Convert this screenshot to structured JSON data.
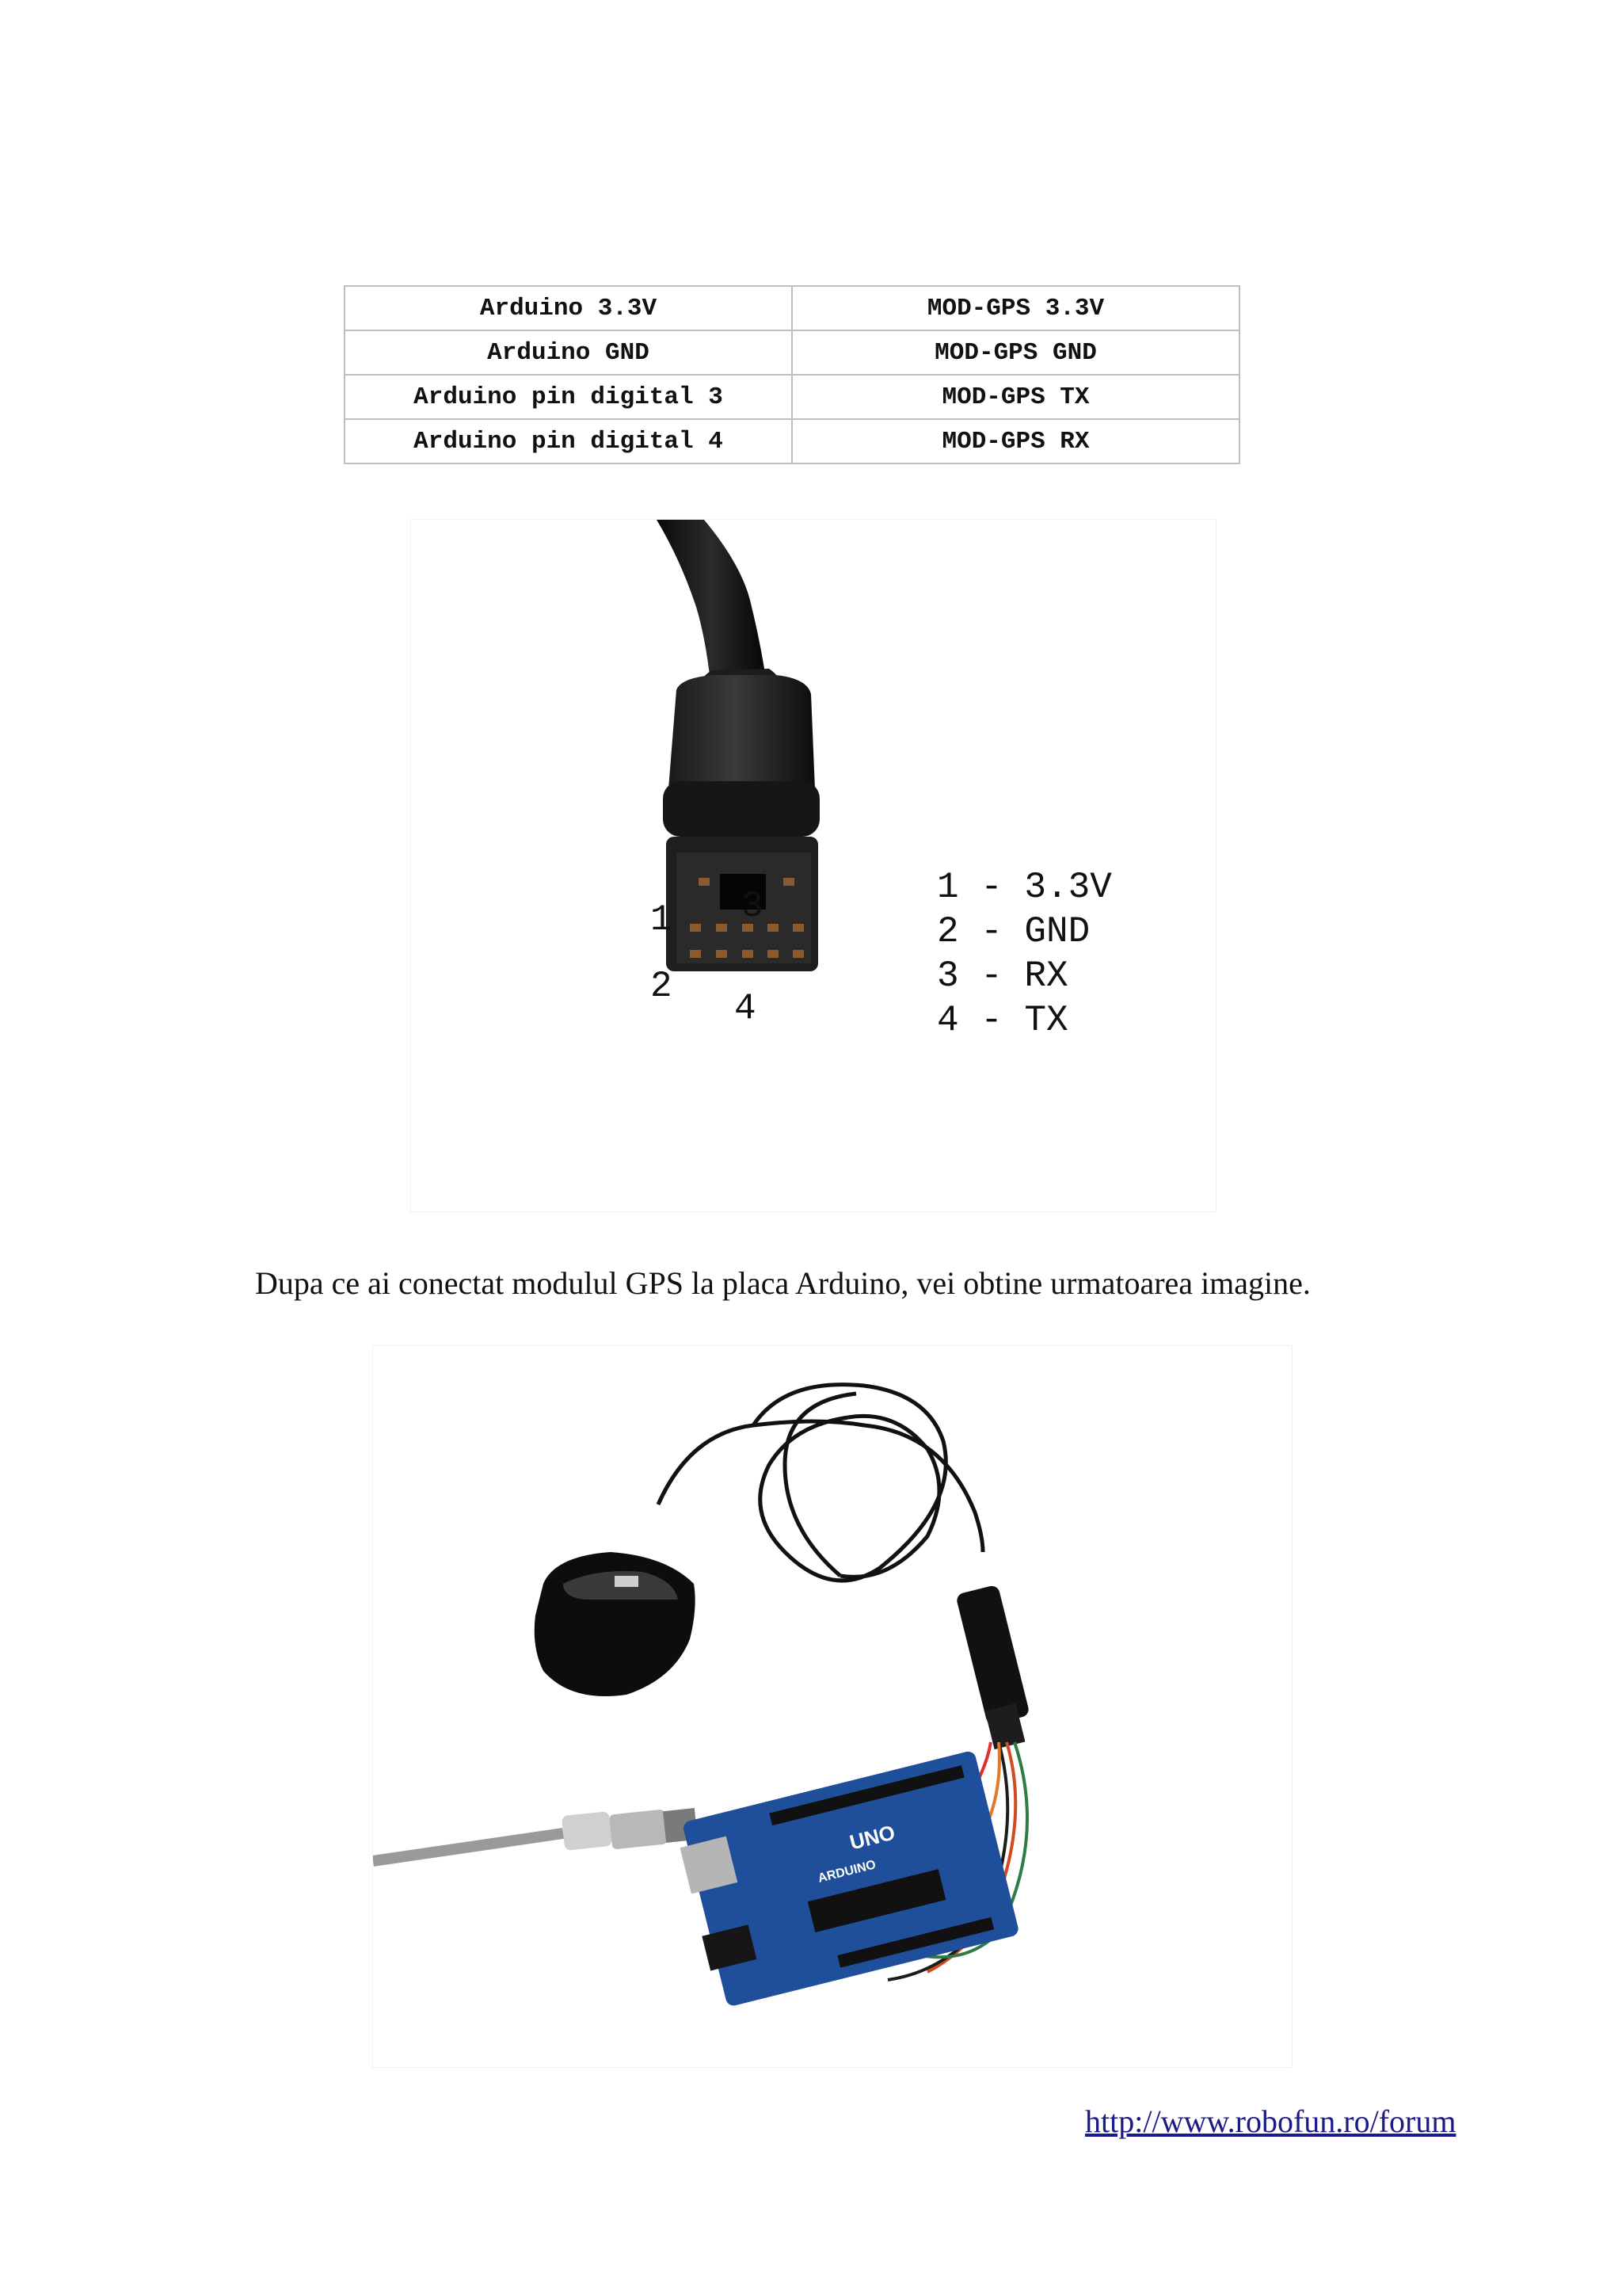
{
  "wiring_table": {
    "rows": [
      {
        "arduino": "Arduino 3.3V",
        "gps": "MOD-GPS 3.3V"
      },
      {
        "arduino": "Arduino GND",
        "gps": "MOD-GPS GND"
      },
      {
        "arduino": "Arduino pin digital 3",
        "gps": "MOD-GPS TX"
      },
      {
        "arduino": "Arduino pin digital 4",
        "gps": "MOD-GPS RX"
      }
    ]
  },
  "connector_photo": {
    "pin_numbers": [
      "1",
      "2",
      "3",
      "4"
    ],
    "legend": [
      "1 - 3.3V",
      "2 - GND",
      "3 - RX",
      "4 - TX"
    ]
  },
  "caption": "Dupa ce ai conectat modulul GPS la placa Arduino, vei obtine urmatoarea imagine.",
  "board_photo": {
    "board_text": "UNO",
    "board_brand": "ARDUINO"
  },
  "footer": {
    "link": "http://www.robofun.ro/forum"
  }
}
